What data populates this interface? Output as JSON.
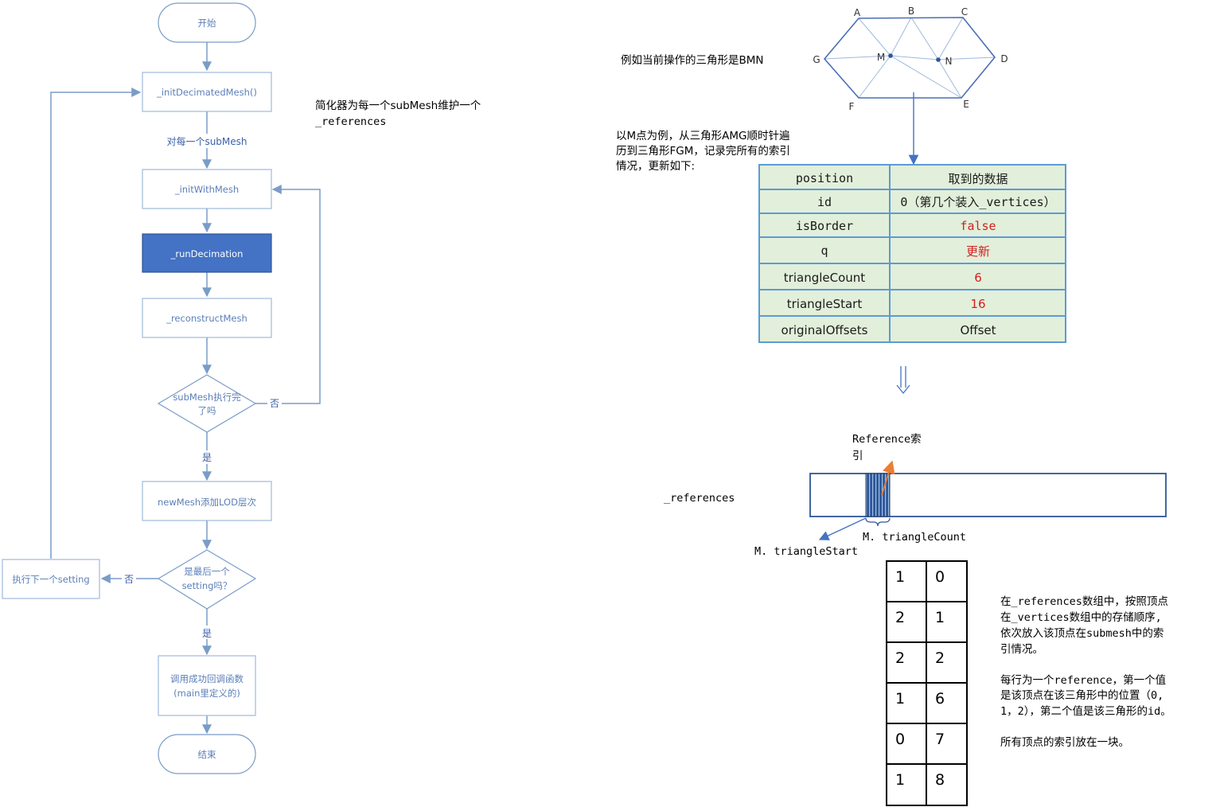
{
  "flowchart": {
    "start": "开始",
    "init_decimated": "_initDecimatedMesh()",
    "for_each_submesh": "对每一个subMesh",
    "init_with_mesh": "_initWithMesh",
    "run_decimation": "_runDecimation",
    "reconstruct": "_reconstructMesh",
    "submesh_done_line1": "subMesh执行完",
    "submesh_done_line2": "了吗",
    "no_1": "否",
    "yes_1": "是",
    "add_lod": "newMesh添加LOD层次",
    "last_setting_line1": "是最后一个",
    "last_setting_line2": "setting吗？",
    "no_2": "否",
    "yes_2": "是",
    "next_setting": "执行下一个setting",
    "callback_line1": "调用成功回调函数",
    "callback_line2": "(main里定义的)",
    "end": "结束"
  },
  "notes": {
    "simplifier_line1": "简化器为每一个subMesh维护一个",
    "simplifier_line2": "_references",
    "current_triangle": "例如当前操作的三角形是BMN",
    "m_example_line1": "以M点为例，从三角形AMG顺时针遍",
    "m_example_line2": "历到三角形FGM，记录完所有的索引",
    "m_example_line3": "情况，更新如下:",
    "explain_line1": "在_references数组中，按照顶点",
    "explain_line2": "在_vertices数组中的存储顺序,",
    "explain_line3": "依次放入该顶点在submesh中的索",
    "explain_line4": "引情况。",
    "explain_line5": "每行为一个reference，第一个值",
    "explain_line6": "是该顶点在该三角形中的位置（0,",
    "explain_line7": "1，2），第二个值是该三角形的id。",
    "explain_line8": "所有顶点的索引放在一块。"
  },
  "hexagon_labels": {
    "A": "A",
    "B": "B",
    "C": "C",
    "D": "D",
    "E": "E",
    "F": "F",
    "G": "G",
    "M": "M",
    "N": "N"
  },
  "vertex_table": {
    "header": [
      "position",
      "取到的数据"
    ],
    "rows": [
      [
        "id",
        "0（第几个装入_vertices）"
      ],
      [
        "isBorder",
        "false"
      ],
      [
        "q",
        "更新"
      ],
      [
        "triangleCount",
        "6"
      ],
      [
        "triangleStart",
        "16"
      ],
      [
        "originalOffsets",
        "Offset"
      ]
    ]
  },
  "references_array": {
    "label": "_references",
    "reference_index_line1": "Reference索",
    "reference_index_line2": "引",
    "triangle_count": "M. triangleCount",
    "triangle_start": "M. triangleStart"
  },
  "reference_rows": [
    [
      "1",
      "0"
    ],
    [
      "2",
      "1"
    ],
    [
      "2",
      "2"
    ],
    [
      "1",
      "6"
    ],
    [
      "0",
      "7"
    ],
    [
      "1",
      "8"
    ]
  ],
  "colors": {
    "flow_stroke": "#7a9cc8",
    "flow_text": "#5b7fb8",
    "highlight_fill": "#4472c4",
    "table_fill": "#e2efda",
    "table_border": "#5b9bd5",
    "red_value": "#d42020",
    "orange_arrow": "#ed7d31"
  }
}
